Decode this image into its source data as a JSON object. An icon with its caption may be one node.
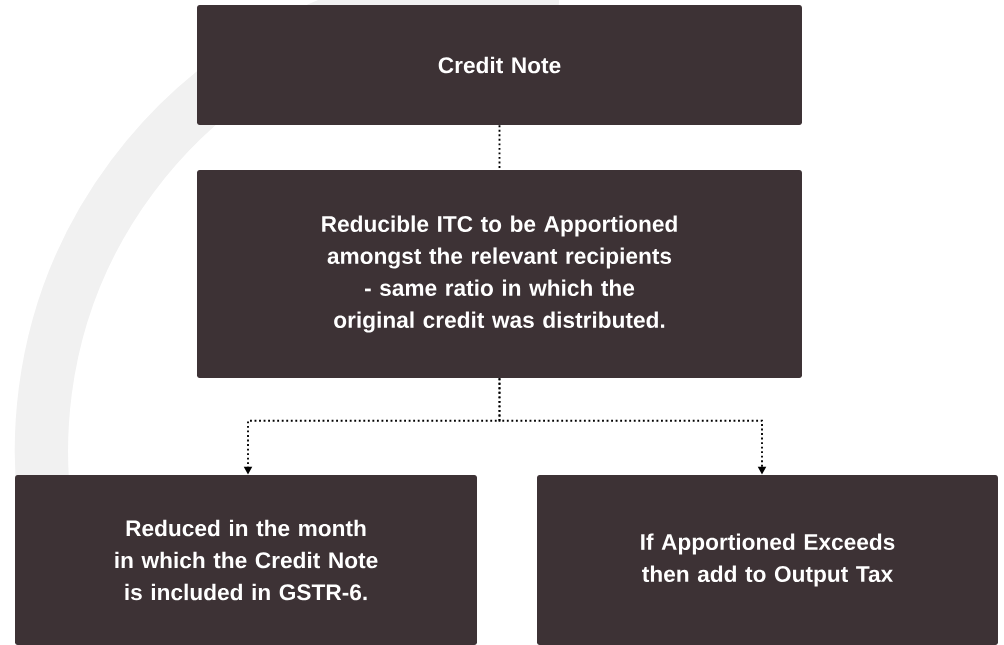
{
  "diagram": {
    "nodes": [
      {
        "text": [
          "Credit Note"
        ]
      },
      {
        "text": [
          "Reducible ITC to be Apportioned amongst the relevant recipients - same ratio in which the original credit was distributed."
        ]
      },
      {
        "text": [
          "Reduced in the month in which the Credit Note is included in GSTR-6."
        ]
      },
      {
        "text": [
          "If Apportioned Exceeds then add to Output Tax"
        ]
      }
    ],
    "edges": [
      {
        "from": 0,
        "to": 1,
        "arrow": "none"
      },
      {
        "from": 1,
        "to": 2,
        "arrow": "to"
      },
      {
        "from": 1,
        "to": 3,
        "arrow": "to"
      }
    ]
  }
}
